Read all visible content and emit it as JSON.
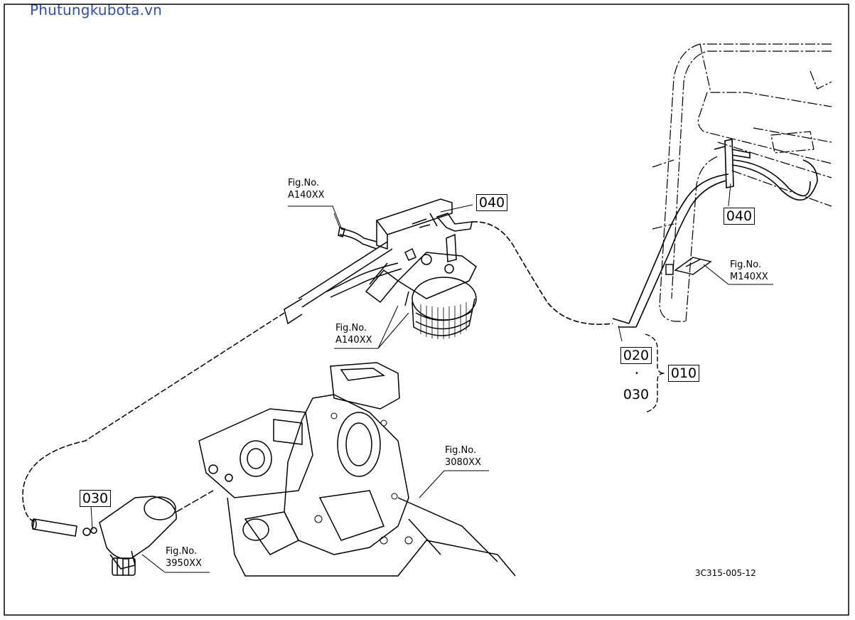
{
  "watermark": "Phutungkubota.vn",
  "drawing_code": "3C315-005-12",
  "parts": [
    {
      "id": "p040a",
      "label": "040"
    },
    {
      "id": "p040b",
      "label": "040"
    },
    {
      "id": "p020",
      "label": "020"
    },
    {
      "id": "p010",
      "label": "010"
    },
    {
      "id": "p030a",
      "label": "030"
    },
    {
      "id": "p030b",
      "label": "030"
    }
  ],
  "separator_dot": "•",
  "fig_refs": [
    {
      "line1": "Fig.No.",
      "line2": "A140XX"
    },
    {
      "line1": "Fig.No.",
      "line2": "A140XX"
    },
    {
      "line1": "Fig.No.",
      "line2": "M140XX"
    },
    {
      "line1": "Fig.No.",
      "line2": "3080XX"
    },
    {
      "line1": "Fig.No.",
      "line2": "3950XX"
    }
  ],
  "colors": {
    "watermark": "#2f50a8",
    "line": "#000000",
    "frame": "#000000"
  }
}
